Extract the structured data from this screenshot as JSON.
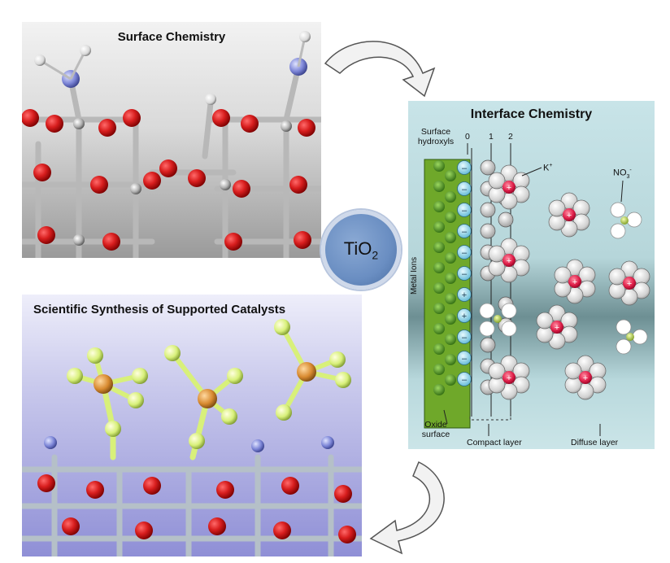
{
  "center": {
    "label_main": "TiO",
    "label_sub": "2"
  },
  "surface_panel": {
    "title": "Surface Chemistry"
  },
  "synthesis_panel": {
    "title": "Scientific Synthesis of Supported Catalysts"
  },
  "interface_panel": {
    "title": "Interface Chemistry",
    "labels": {
      "surface_hydroxyls_1": "Surface",
      "surface_hydroxyls_2": "hydroxyls",
      "plane_0": "0",
      "plane_1": "1",
      "plane_2": "2",
      "cation": "K",
      "cation_charge": "+",
      "anion": "NO",
      "anion_sub": "3",
      "anion_charge": "-",
      "metal_ions": "Metal Ions",
      "oxide_surface_1": "Oxide",
      "oxide_surface_2": "surface",
      "compact_layer": "Compact layer",
      "diffuse_layer": "Diffuse layer"
    }
  },
  "colors": {
    "oxygen": "#d81e1e",
    "titanium": "#b5b5b5",
    "nitrogen": "#7b84d6",
    "fluorine": "#d8f07a",
    "metal_center": "#d88a30",
    "green_surface": "#6fa82a",
    "tio2_circle": "#6a8ec2"
  }
}
